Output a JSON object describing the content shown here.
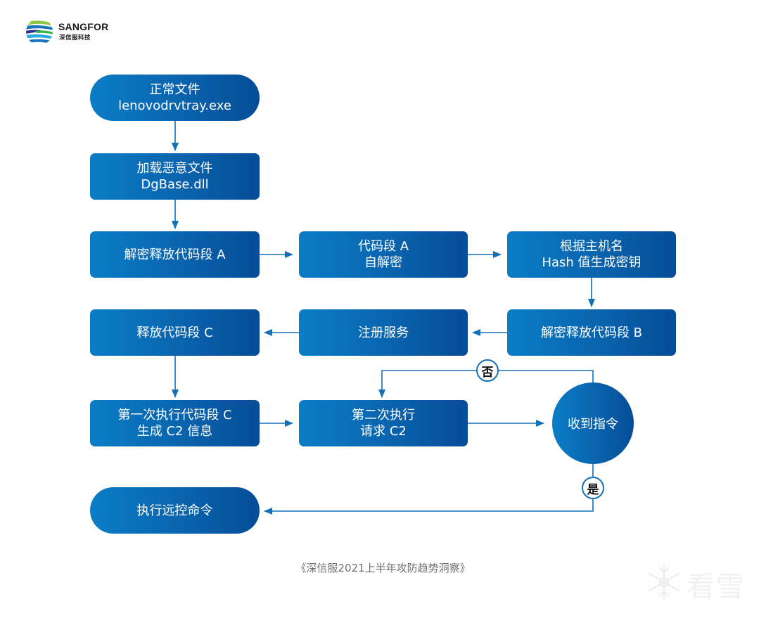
{
  "logo": {
    "brand": "SANGFOR",
    "subtitle": "深信服科技"
  },
  "nodes": {
    "normal_file": {
      "line1": "正常文件",
      "line2": "lenovodrvtray.exe"
    },
    "load_malicious": {
      "line1": "加载恶意文件",
      "line2": "DgBase.dll"
    },
    "decrypt_a": {
      "line1": "解密释放代码段 A"
    },
    "self_decrypt_a": {
      "line1": "代码段 A",
      "line2": "自解密"
    },
    "gen_key": {
      "line1": "根据主机名",
      "line2": "Hash 值生成密钥"
    },
    "decrypt_b": {
      "line1": "解密释放代码段 B"
    },
    "register_service": {
      "line1": "注册服务"
    },
    "release_c": {
      "line1": "释放代码段 C"
    },
    "first_exec": {
      "line1": "第一次执行代码段 C",
      "line2": "生成 C2 信息"
    },
    "second_exec": {
      "line1": "第二次执行",
      "line2": "请求 C2"
    },
    "received_command": {
      "line1": "收到指令"
    },
    "exec_remote": {
      "line1": "执行远控命令"
    }
  },
  "decisions": {
    "no": "否",
    "yes": "是"
  },
  "caption": "《深信服2021上半年攻防趋势洞察》",
  "watermark": "看雪",
  "colors": {
    "node_gradient_start": "#0a7dc6",
    "node_gradient_end": "#064c97",
    "connector": "#1470b6",
    "caption": "#6f6f6f"
  }
}
